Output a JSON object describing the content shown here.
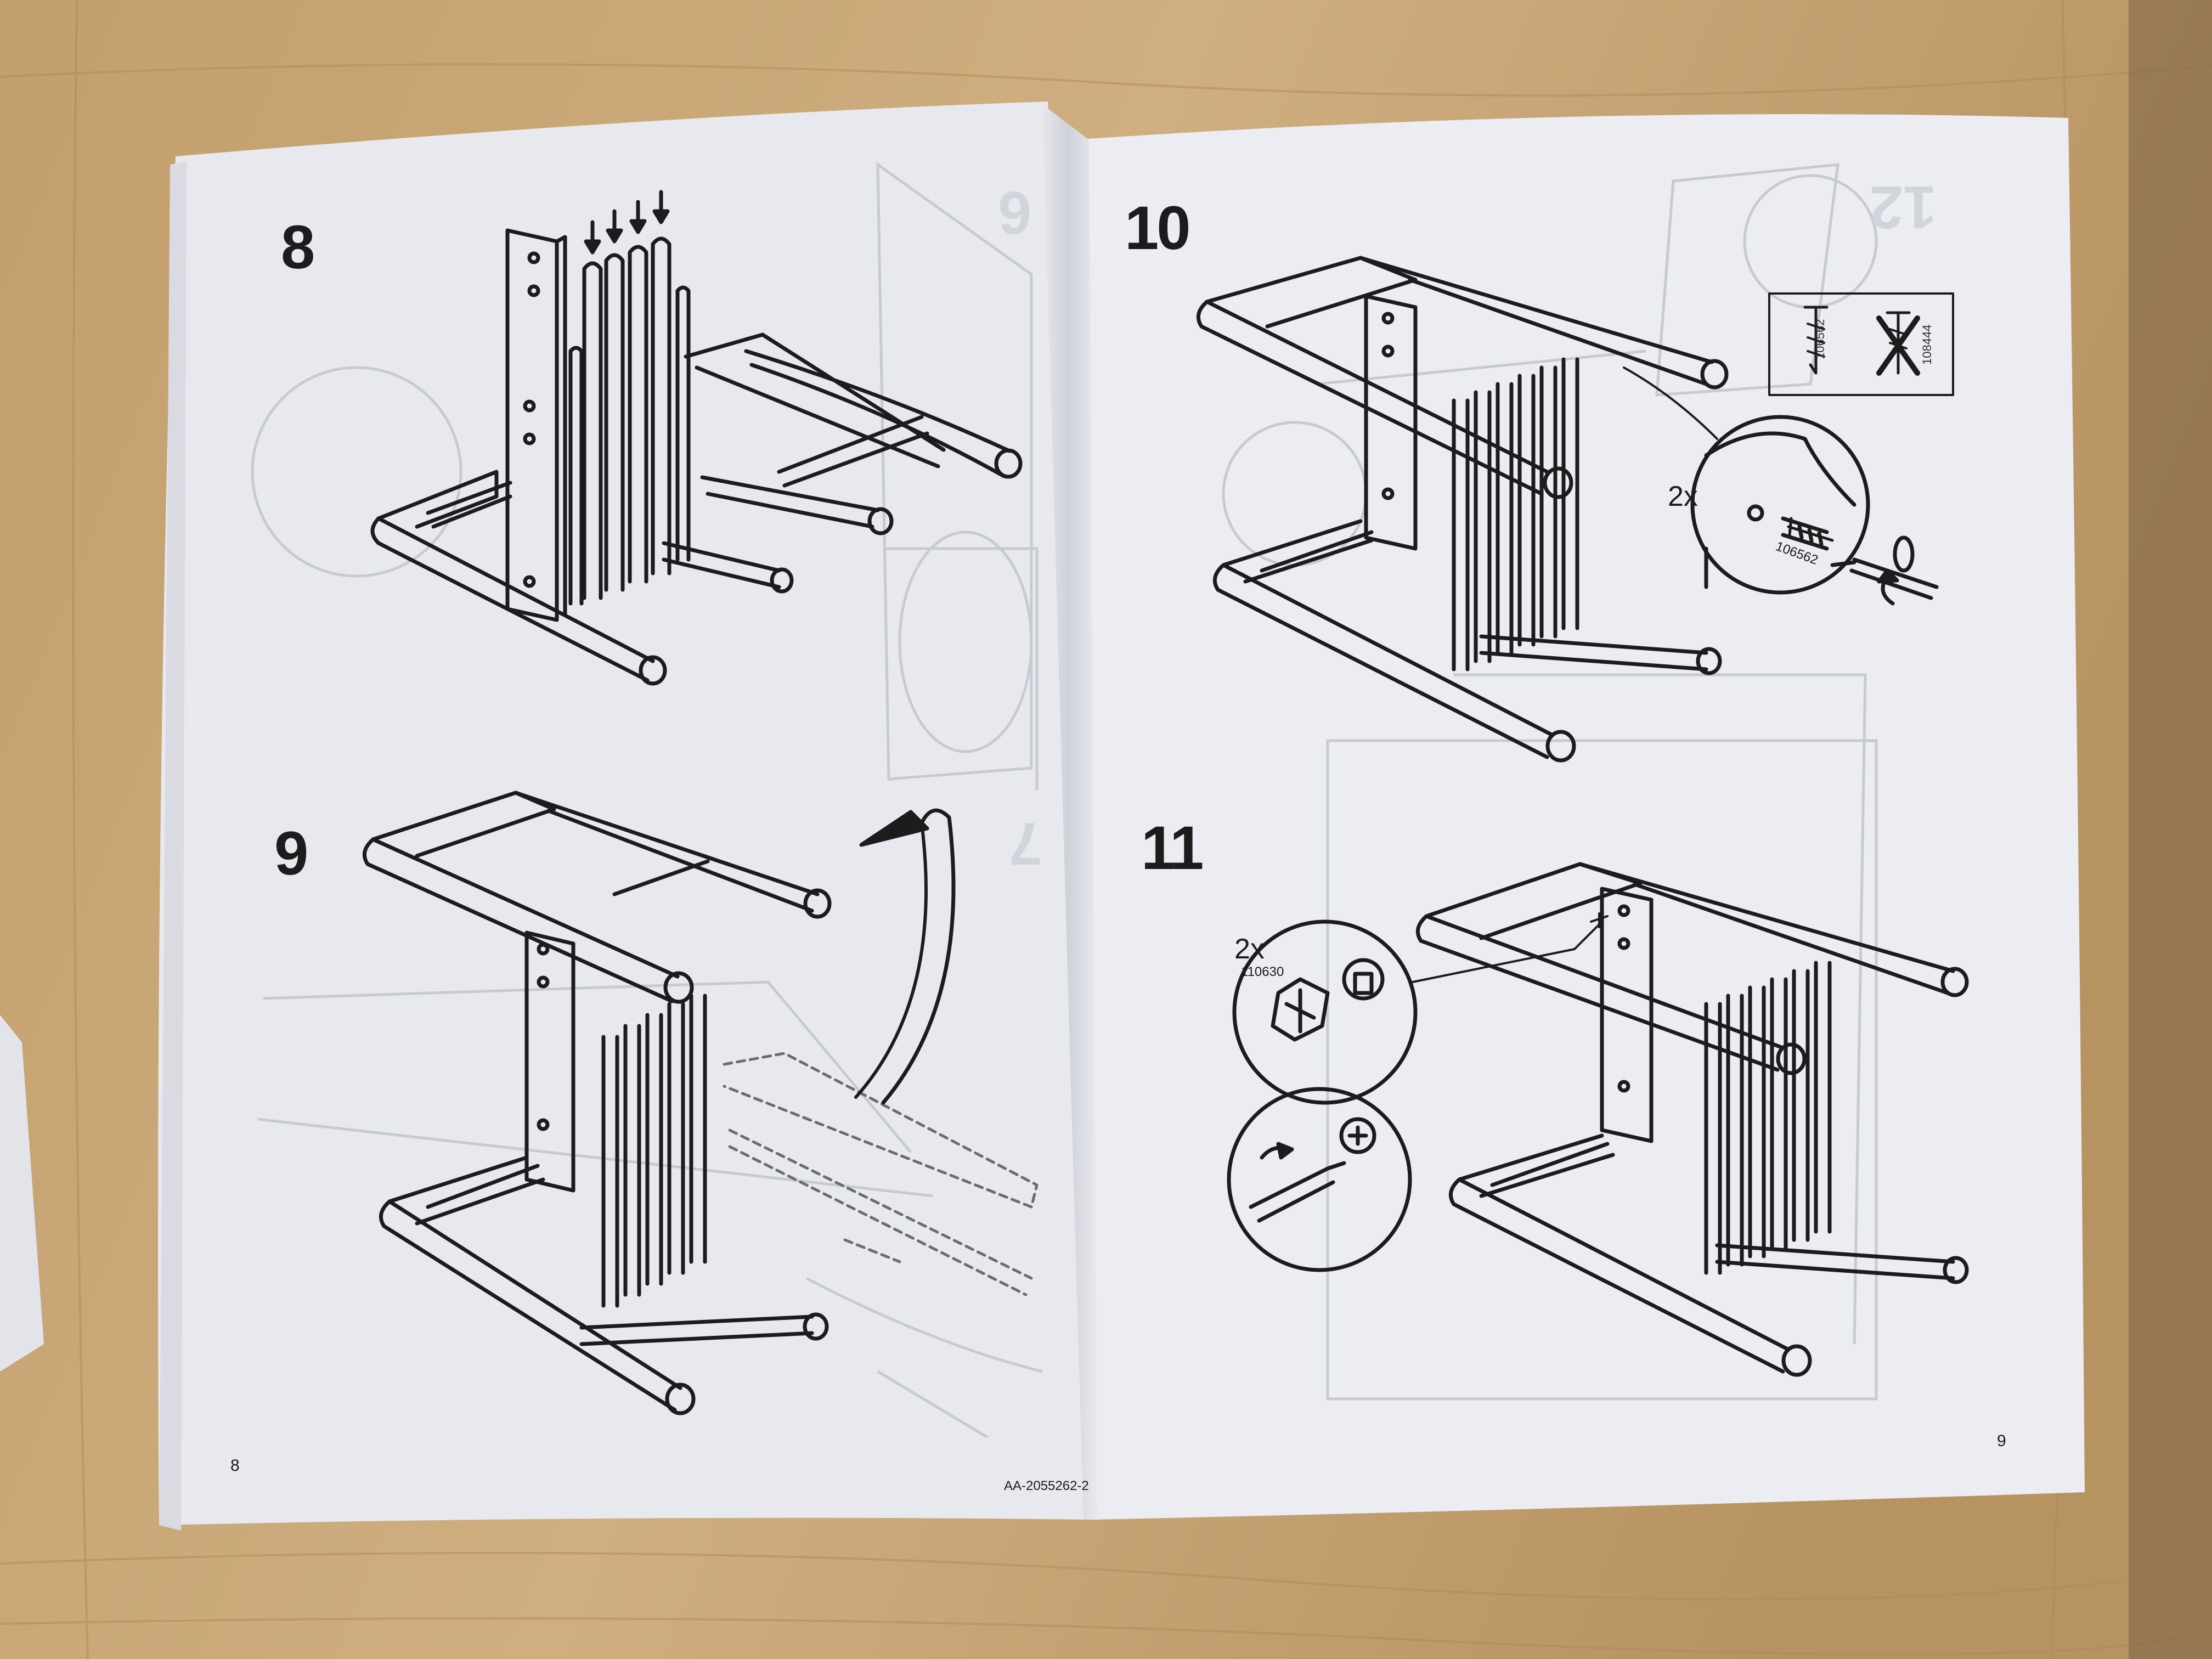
{
  "colors": {
    "desk": "#c9a878",
    "paper_left": "#e8e9ef",
    "paper_right": "#ecedf2",
    "ink": "#1c1c1c",
    "ghost": "#c5c7cf"
  },
  "left_page": {
    "page_number": "8",
    "doc_code": "AA-2055262-2",
    "steps": [
      {
        "number": "8"
      },
      {
        "number": "9"
      }
    ]
  },
  "right_page": {
    "page_number": "9",
    "steps": [
      {
        "number": "10",
        "quantity": "2x",
        "screw_ok": "106562",
        "screw_no": "108444",
        "screw_label": "106562"
      },
      {
        "number": "11",
        "quantity": "2x",
        "part_code": "110630"
      }
    ]
  },
  "icons": {
    "arrow": "down-arrow-icon",
    "rotate": "rotate-icon",
    "screw": "screw-icon",
    "cross": "cross-icon",
    "screwdriver": "screwdriver-icon",
    "cam_lock": "cam-lock-icon"
  }
}
